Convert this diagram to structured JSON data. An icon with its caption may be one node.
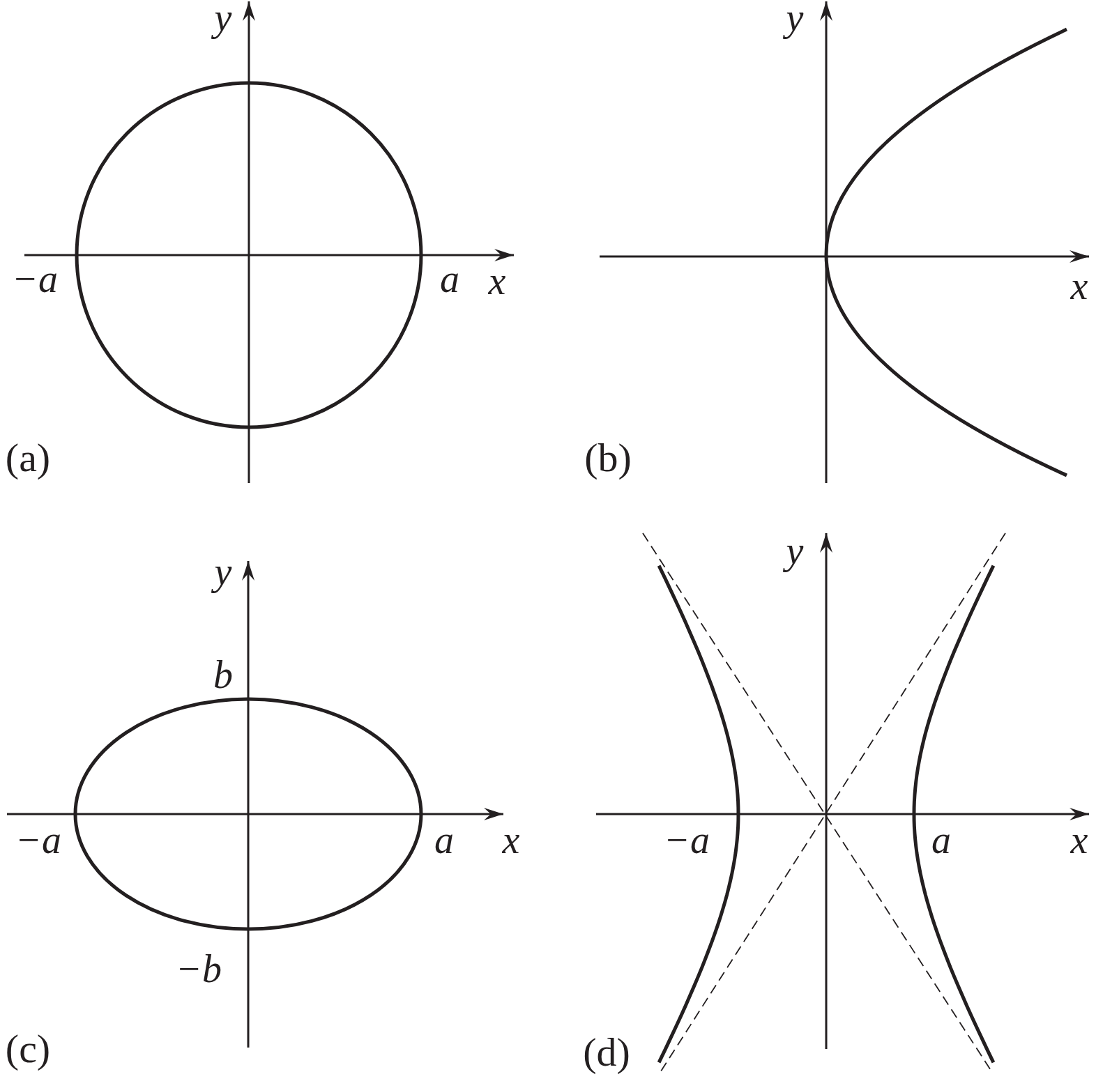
{
  "diagram": {
    "labels": [
      "y",
      "−a",
      "a",
      "x",
      "(a)",
      "y",
      "x",
      "(b)",
      "y",
      "b",
      "−a",
      "a",
      "x",
      "−b",
      "(c)",
      "y",
      "−a",
      "a",
      "x",
      "(d)"
    ]
  }
}
